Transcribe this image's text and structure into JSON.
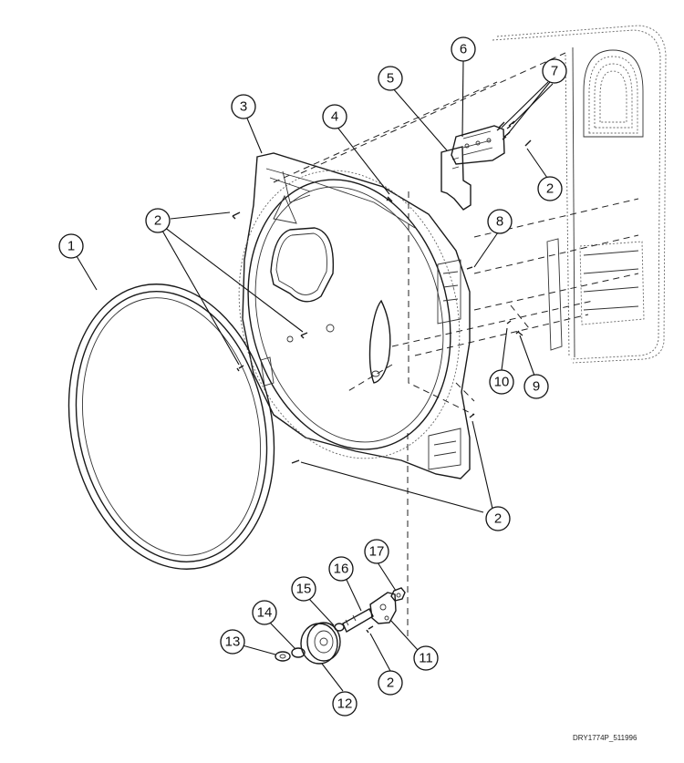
{
  "callouts": [
    {
      "id": "c1",
      "label": "1"
    },
    {
      "id": "c2a",
      "label": "2"
    },
    {
      "id": "c2b",
      "label": "2"
    },
    {
      "id": "c2c",
      "label": "2"
    },
    {
      "id": "c2d",
      "label": "2"
    },
    {
      "id": "c3",
      "label": "3"
    },
    {
      "id": "c4",
      "label": "4"
    },
    {
      "id": "c5",
      "label": "5"
    },
    {
      "id": "c6",
      "label": "6"
    },
    {
      "id": "c7",
      "label": "7"
    },
    {
      "id": "c8",
      "label": "8"
    },
    {
      "id": "c9",
      "label": "9"
    },
    {
      "id": "c10",
      "label": "10"
    },
    {
      "id": "c11",
      "label": "11"
    },
    {
      "id": "c12",
      "label": "12"
    },
    {
      "id": "c13",
      "label": "13"
    },
    {
      "id": "c14",
      "label": "14"
    },
    {
      "id": "c15",
      "label": "15"
    },
    {
      "id": "c16",
      "label": "16"
    },
    {
      "id": "c17",
      "label": "17"
    }
  ],
  "drawing_reference": "DRY1774P_511996"
}
